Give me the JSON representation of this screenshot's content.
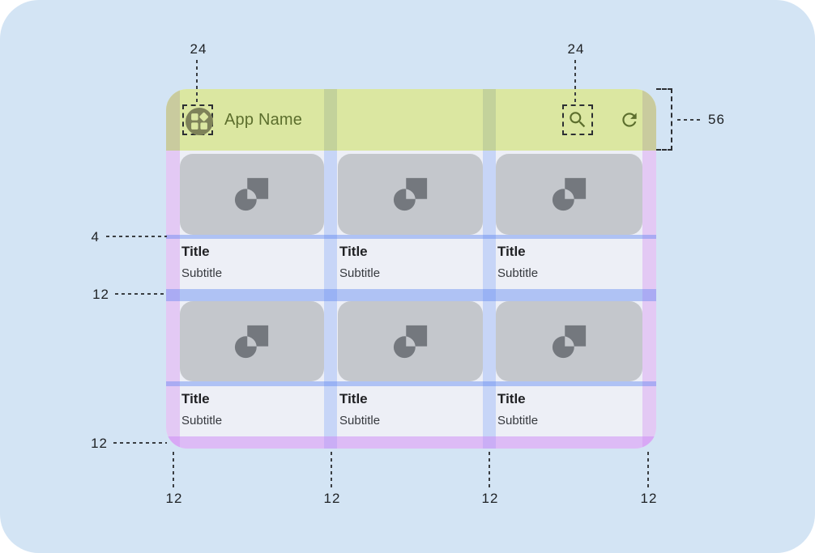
{
  "app": {
    "name": "App Name",
    "bar_icons": [
      "app-grid-icon",
      "search-icon",
      "refresh-icon"
    ],
    "cards": [
      {
        "title": "Title",
        "subtitle": "Subtitle"
      },
      {
        "title": "Title",
        "subtitle": "Subtitle"
      },
      {
        "title": "Title",
        "subtitle": "Subtitle"
      },
      {
        "title": "Title",
        "subtitle": "Subtitle"
      },
      {
        "title": "Title",
        "subtitle": "Subtitle"
      },
      {
        "title": "Title",
        "subtitle": "Subtitle"
      }
    ]
  },
  "annotations": {
    "icon_left_size": "24",
    "icon_right_size": "24",
    "bar_height": "56",
    "image_text_gap": "4",
    "row_gap": "12",
    "bottom_margin": "12",
    "bottom_edges": [
      "12",
      "12",
      "12",
      "12"
    ]
  },
  "colors": {
    "canvas": "#d3e4f4",
    "app_bar": "#dbe7a1",
    "content_bg": "#edeff6",
    "image_placeholder": "#c4c7cc",
    "placeholder_icon": "#74787e",
    "margin_overlay_purple": "#e3c9f4",
    "gutter_overlay_blue": "#c7d5f7",
    "margin_over_bar": "#c9cb9e",
    "gutter_over_bar": "#c3d29b",
    "bar_foreground": "#5c6e2d"
  }
}
